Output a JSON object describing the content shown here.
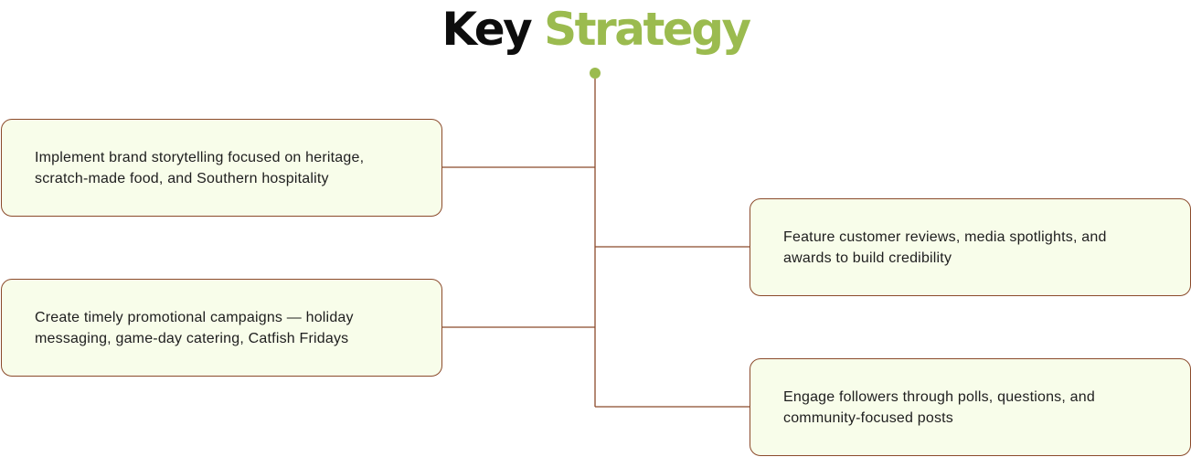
{
  "title": {
    "part1": "Key",
    "part2": "Strategy"
  },
  "colors": {
    "title_dark": "#0d0d0d",
    "title_accent": "#9bbb4f",
    "connector": "#8b4a2b",
    "box_fill": "#f8fdea",
    "box_border": "#8b4a2b"
  },
  "strategies": [
    {
      "line1": "Implement brand storytelling focused on heritage,",
      "line2": "scratch-made food, and Southern hospitality"
    },
    {
      "line1": "Create timely promotional campaigns — holiday",
      "line2": "messaging, game-day catering, Catfish Fridays"
    },
    {
      "line1": "Feature customer reviews, media spotlights, and",
      "line2": "awards to build credibility"
    },
    {
      "line1": "Engage followers through polls, questions, and",
      "line2": "community-focused posts"
    }
  ]
}
